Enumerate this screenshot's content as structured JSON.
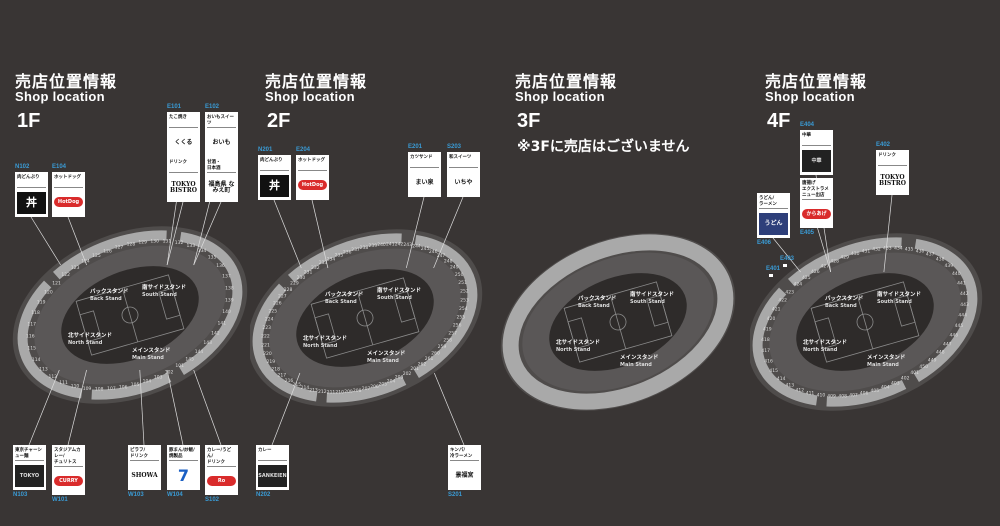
{
  "title_jp": "売店位置情報",
  "title_en": "Shop location",
  "colors": {
    "background": "#393534",
    "code": "#3a9bd5",
    "ring": "#a9a9a9",
    "card": "#ffffff"
  },
  "stands": {
    "back": {
      "jp": "バックスタンド",
      "en": "Back Stand"
    },
    "south": {
      "jp": "南サイドスタンド",
      "en": "South Stand"
    },
    "north": {
      "jp": "北サイドスタンド",
      "en": "North Stand"
    },
    "main": {
      "jp": "メインスタンド",
      "en": "Main Stand"
    }
  },
  "floors": [
    {
      "label": "1F",
      "sections": [
        "101",
        "102",
        "103",
        "104",
        "105",
        "106",
        "107",
        "108",
        "109",
        "110",
        "111",
        "112",
        "113",
        "114",
        "115",
        "116",
        "117",
        "118",
        "119",
        "120",
        "121",
        "122",
        "123",
        "124",
        "125",
        "126",
        "127",
        "128",
        "129",
        "130",
        "131",
        "132",
        "133",
        "134",
        "135",
        "136",
        "137",
        "138",
        "139",
        "140",
        "141",
        "142",
        "143",
        "144",
        "145"
      ],
      "shops": [
        {
          "code": "N102",
          "category": "肉どんぶり",
          "logo": "丼"
        },
        {
          "code": "E104",
          "category": "ホットドッグ",
          "logo": "HotDog"
        },
        {
          "code": "E101",
          "category": "たこ焼き",
          "logo": "くくる"
        },
        {
          "code": "E102",
          "category": "おいもスイーツ",
          "logo": "おいも"
        },
        {
          "code": "",
          "category": "ドリンク",
          "logo": "TOKYO BISTRO"
        },
        {
          "code": "",
          "category": "甘酒・\n日本酒",
          "logo": "福島県 なみえ町"
        },
        {
          "code": "N103",
          "category": "東京チャーシュー麺",
          "logo": "TOKYO"
        },
        {
          "code": "W101",
          "category": "スタジアムカレー/\nチュリトス",
          "logo": "CURRY"
        },
        {
          "code": "W103",
          "category": "ピラフ/\nドリンク",
          "logo": "SHOWA"
        },
        {
          "code": "W104",
          "category": "豚まん/炒飯/\n焼製品",
          "logo": "7"
        },
        {
          "code": "S102",
          "category": "カレー/うどん/\nドリンク",
          "logo": "Ro"
        }
      ]
    },
    {
      "label": "2F",
      "sections": [
        "201",
        "202",
        "203",
        "204",
        "205",
        "206",
        "207",
        "208",
        "209",
        "210",
        "211",
        "212",
        "213",
        "214",
        "215",
        "216",
        "217",
        "218",
        "219",
        "220",
        "221",
        "222",
        "223",
        "224",
        "225",
        "226",
        "227",
        "228",
        "229",
        "230",
        "231",
        "232",
        "233",
        "234",
        "235",
        "236",
        "237",
        "238",
        "239",
        "240",
        "241",
        "242",
        "243",
        "244",
        "245",
        "246",
        "247",
        "248",
        "249",
        "250",
        "251",
        "252",
        "253",
        "254",
        "255",
        "256",
        "257",
        "258",
        "259",
        "260",
        "261",
        "262"
      ],
      "shops": [
        {
          "code": "N201",
          "category": "肉どんぶり",
          "logo": "丼"
        },
        {
          "code": "E204",
          "category": "ホットドッグ",
          "logo": "HotDog"
        },
        {
          "code": "E201",
          "category": "カツサンド",
          "logo": "まい泉"
        },
        {
          "code": "S203",
          "category": "和スイーツ",
          "logo": "いちや"
        },
        {
          "code": "N202",
          "category": "カレー",
          "logo": "SANKEIEN"
        },
        {
          "code": "S201",
          "category": "キンパ/\n冷ラーメン",
          "logo": "景福宮"
        }
      ]
    },
    {
      "label": "3F",
      "note": "※3Fに売店はございません",
      "sections": [],
      "shops": []
    },
    {
      "label": "4F",
      "sections": [
        "401",
        "402",
        "403",
        "404",
        "405",
        "406",
        "407",
        "408",
        "409",
        "410",
        "411",
        "412",
        "413",
        "414",
        "415",
        "416",
        "417",
        "418",
        "419",
        "420",
        "421",
        "422",
        "423",
        "424",
        "425",
        "426",
        "427",
        "428",
        "429",
        "430",
        "431",
        "432",
        "433",
        "434",
        "435",
        "436",
        "437",
        "438",
        "439",
        "440",
        "441",
        "442",
        "443",
        "444",
        "445",
        "446",
        "447",
        "448",
        "449",
        "450"
      ],
      "shops": [
        {
          "code": "E404",
          "category": "中華",
          "logo": "中華"
        },
        {
          "code": "E405",
          "category": "唐揚げ\nエクストラメニュー出店",
          "logo": "からあげ"
        },
        {
          "code": "E402",
          "category": "ドリンク",
          "logo": "TOKYO BISTRO"
        },
        {
          "code": "E406",
          "category": "うどん/\nラーメン",
          "logo": "うどん"
        }
      ],
      "extra_codes": [
        "E403",
        "E401"
      ]
    }
  ]
}
